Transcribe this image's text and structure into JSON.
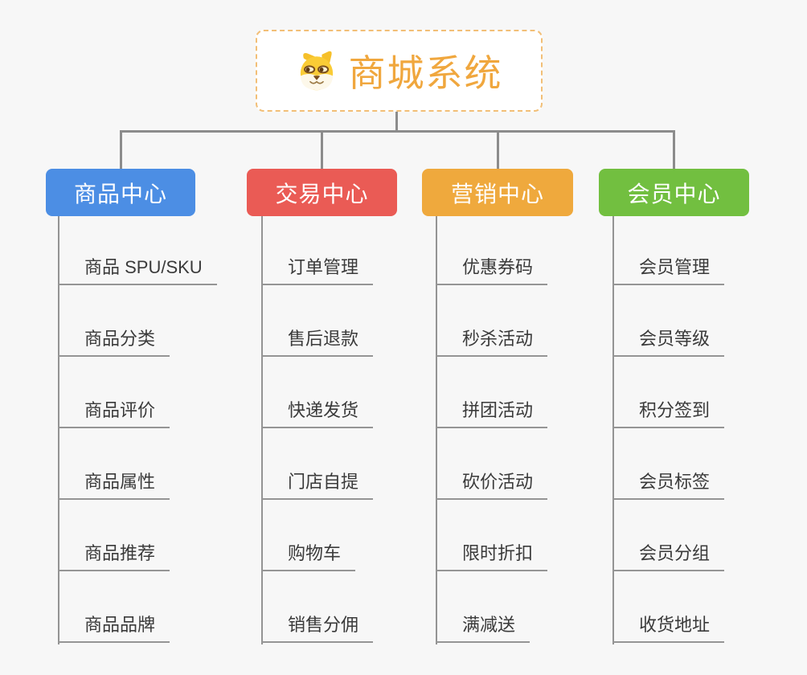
{
  "root": {
    "title": "商城系统",
    "icon": "dog-logo-icon"
  },
  "branches": [
    {
      "label": "商品中心",
      "color": "#4c8ee4",
      "children": [
        "商品 SPU/SKU",
        "商品分类",
        "商品评价",
        "商品属性",
        "商品推荐",
        "商品品牌"
      ]
    },
    {
      "label": "交易中心",
      "color": "#ea5b55",
      "children": [
        "订单管理",
        "售后退款",
        "快递发货",
        "门店自提",
        "购物车",
        "销售分佣"
      ]
    },
    {
      "label": "营销中心",
      "color": "#efa93d",
      "children": [
        "优惠券码",
        "秒杀活动",
        "拼团活动",
        "砍价活动",
        "限时折扣",
        "满减送"
      ]
    },
    {
      "label": "会员中心",
      "color": "#72bf40",
      "children": [
        "会员管理",
        "会员等级",
        "积分签到",
        "会员标签",
        "会员分组",
        "收货地址"
      ]
    }
  ],
  "colors": {
    "background": "#f7f7f7",
    "connector": "#8c8c8c",
    "leaf_line": "#959595",
    "leaf_text": "#3a3a3a",
    "root_border": "#f2bf77",
    "root_title": "#f0a73e"
  }
}
